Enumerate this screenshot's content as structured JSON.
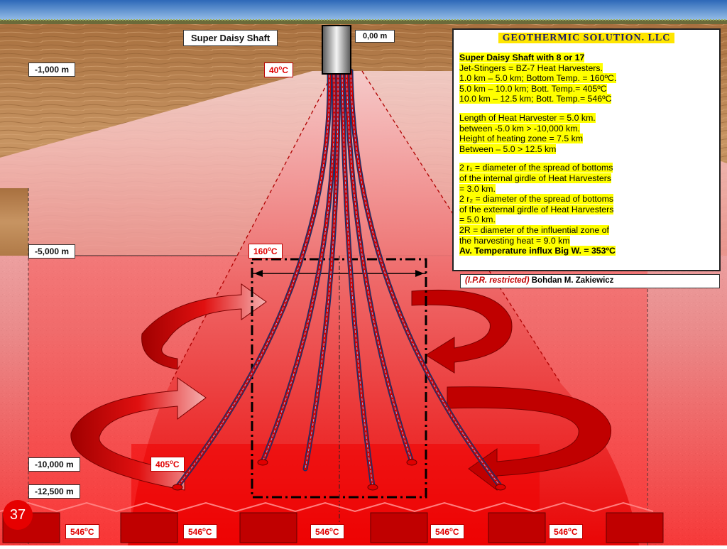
{
  "slide_number": "37",
  "shaft_title": "Super Daisy Shaft",
  "surface_depth": "0,00 m",
  "depth_labels": [
    "-1,000 m",
    "-5,000 m",
    "-10,000 m",
    "-12,500 m"
  ],
  "temperatures": {
    "t40": "40",
    "t160": "160",
    "t405": "405",
    "bottom": [
      "546",
      "546",
      "546",
      "546",
      "546"
    ],
    "unit": "C",
    "degree": "o"
  },
  "info_box": {
    "company": "GEOTHERMIC SOLUTION. LLC",
    "lines": {
      "l1": "Super Daisy Shaft with 8 or 17",
      "l2": "Jet-Stingers = BZ-7 Heat Harvesters.",
      "l3": "1.0 km – 5.0 km; Bottom Temp. = 160ºC.",
      "l4": "5.0 km – 10.0 km; Bott. Temp.= 405ºC",
      "l5": "10.0 km – 12.5 km; Bott. Temp.= 546ºC",
      "l6": "Length of Heat Harvester = 5.0 km.",
      "l7": "between -5.0 km > -10,000 km.",
      "l8": "Height of heating zone = 7.5 km",
      "l9": "Between – 5.0 > 12.5 km",
      "l10": "2 r₁ = diameter  of the spread of bottoms",
      "l11": "of the internal girdle  of Heat Harvesters",
      "l12": "= 3.0 km.",
      "l13": "2 r₂ = diameter  of the spread of bottoms",
      "l14": "of the external girdle of Heat Harvesters",
      "l15": "= 5.0 km.",
      "l16": "2R = diameter of the influential zone of",
      "l17": "the harvesting heat = 9.0 km",
      "l18": "Av. Temperature influx Big W. = 353ºC"
    }
  },
  "credit": {
    "restricted": "(I.P.R. restricted)",
    "author": "Bohdan M. Zakiewicz"
  },
  "colors": {
    "sky": "#3f7ac7",
    "wood": "#b98252",
    "rock": "#bdbdbd",
    "heat_red": "#e00000",
    "pink": "#f3c9c9",
    "highlight": "#ffff00"
  }
}
